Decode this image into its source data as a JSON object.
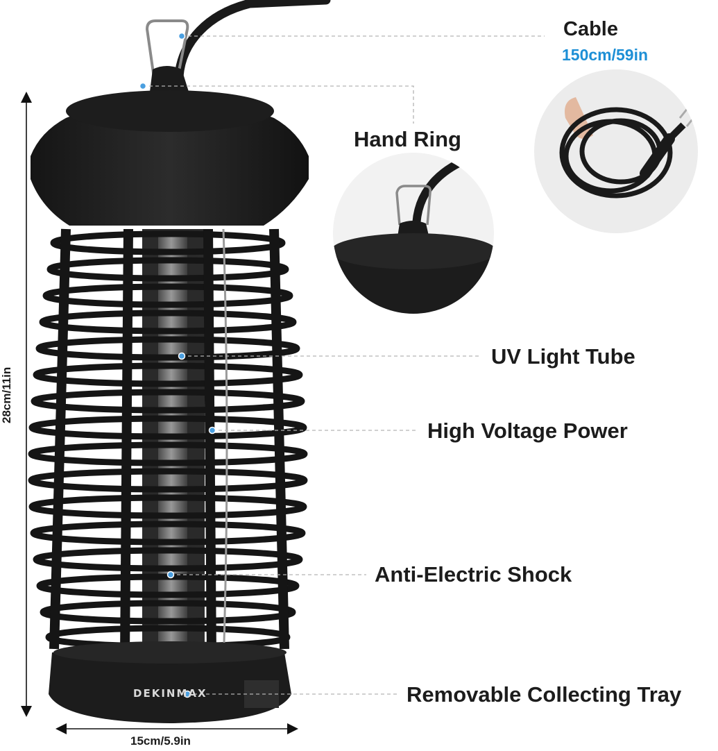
{
  "labels": {
    "cable_title": "Cable",
    "cable_length": "150cm/59in",
    "hand_ring": "Hand Ring",
    "uv_light_tube": "UV Light Tube",
    "high_voltage_power": "High Voltage Power",
    "anti_electric_shock": "Anti-Electric Shock",
    "removable_tray": "Removable Collecting Tray"
  },
  "dimensions": {
    "height": "28cm/11in",
    "width": "15cm/5.9in"
  },
  "brand": "DEKINMAX",
  "colors": {
    "cable_length": "#1d8fd6",
    "callout_dot": "#4a9fe0",
    "product_body": "#1a1a1a"
  }
}
